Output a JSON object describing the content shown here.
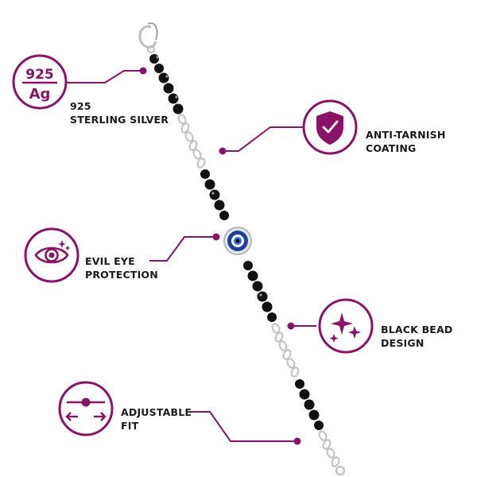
{
  "colors": {
    "accent": "#8a1268",
    "label": "#1a1a1a",
    "chain": "#c8c8c8",
    "bead": "#111111",
    "eye_blue": "#1d3f9e"
  },
  "silver_badge": {
    "top": "925",
    "bottom": "Ag"
  },
  "features": [
    {
      "icon": "silver-925-ag-badge",
      "line1": "925",
      "line2": "STERLING SILVER"
    },
    {
      "icon": "shield-check-icon",
      "line1": "ANTI-TARNISH",
      "line2": "COATING"
    },
    {
      "icon": "eye-icon",
      "line1": "EVIL EYE",
      "line2": "PROTECTION"
    },
    {
      "icon": "sparkle-icon",
      "line1": "BLACK BEAD",
      "line2": "DESIGN"
    },
    {
      "icon": "adjustable-slider-icon",
      "line1": "ADJUSTABLE",
      "line2": "FIT"
    }
  ]
}
